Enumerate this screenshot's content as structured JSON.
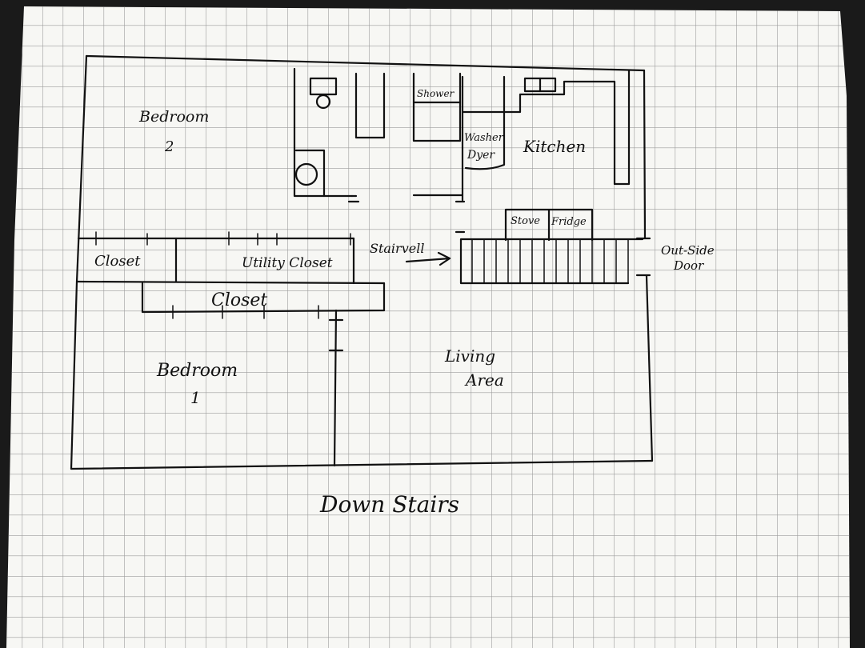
{
  "diagram": {
    "caption": "Down Stairs",
    "rooms": {
      "bedroom2": {
        "name": "Bedroom",
        "number": "2"
      },
      "bedroom1": {
        "name": "Bedroom",
        "number": "1"
      },
      "kitchen": "Kitchen",
      "living_area": {
        "line1": "Living",
        "line2": "Area"
      },
      "shower": "Shower",
      "washer": "Washer",
      "dryer": "Dyer",
      "stove": "Stove",
      "fridge": "Fridge",
      "stairwell": "Stairvell",
      "outside_door": {
        "line1": "Out-Side",
        "line2": "Door"
      },
      "closet_left": "Closet",
      "utility_closet": "Utility Closet",
      "closet_center": "Closet"
    }
  },
  "colors": {
    "ink": "#111111",
    "paper": "#f7f7f4",
    "grid": "#9c9c9c",
    "background": "#1a1a1a"
  }
}
